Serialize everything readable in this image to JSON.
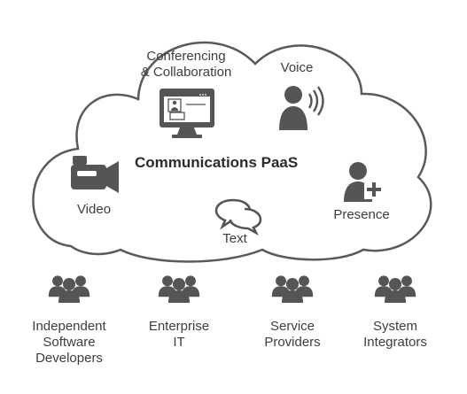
{
  "title": "Communications PaaS",
  "services": {
    "conferencing": "Conferencing\n& Collaboration",
    "voice": "Voice",
    "video": "Video",
    "presence": "Presence",
    "text": "Text"
  },
  "audiences": [
    {
      "label": "Independent\nSoftware\nDevelopers",
      "icon": "group-icon"
    },
    {
      "label": "Enterprise\nIT",
      "icon": "group-icon"
    },
    {
      "label": "Service\nProviders",
      "icon": "group-icon"
    },
    {
      "label": "System\nIntegrators",
      "icon": "group-icon"
    }
  ],
  "colors": {
    "icon": "#555555",
    "cloud_stroke": "#5a5a5a",
    "text": "#3d3d3d"
  }
}
